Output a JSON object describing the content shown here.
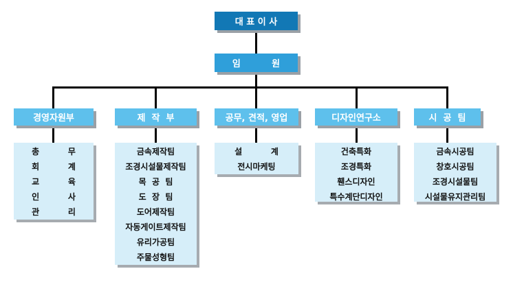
{
  "ceo": {
    "label": "대 표 이 사"
  },
  "executive": {
    "label": "임          원"
  },
  "departments": [
    {
      "label": "경영자원부",
      "items": [
        "총          무",
        "회          계",
        "교          육",
        "인          사",
        "관          리"
      ]
    },
    {
      "label": "제  작  부",
      "items": [
        "금속제작팀",
        "조경시설물제작팀",
        "목  공  팀",
        "도  장  팀",
        "도어제작팀",
        "자동게이트제작팀",
        "유리가공팀",
        "주물성형팀"
      ]
    },
    {
      "label": "공무, 견적, 영업",
      "items": [
        "설          계",
        "전시마케팅"
      ]
    },
    {
      "label": "디자인연구소",
      "items": [
        "건축특화",
        "조경특화",
        "휀스디자인",
        "특수계단디자인"
      ]
    },
    {
      "label": "시  공  팀",
      "items": [
        "금속시공팀",
        "창호시공팀",
        "조경시설물팀",
        "시설물유지관리팀"
      ]
    }
  ],
  "colors": {
    "ceo_fill": "#1278b5",
    "executive_fill": "#2f9fda",
    "department_fill": "#5ec0ec",
    "panel_fill": "#d6eef9",
    "connector": "#000000"
  }
}
